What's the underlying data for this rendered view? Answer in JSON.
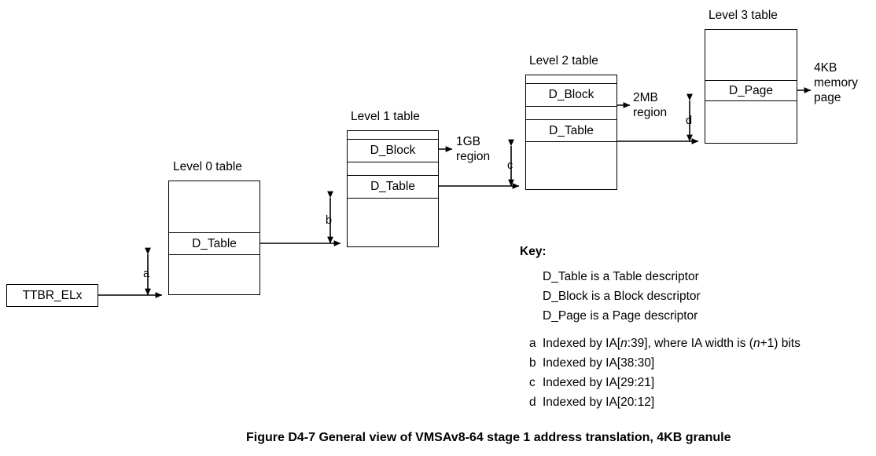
{
  "figure": {
    "caption": "Figure D4-7 General view of VMSAv8-64 stage 1 address translation, 4KB granule"
  },
  "register": {
    "label": "TTBR_ELx"
  },
  "tables": [
    {
      "title": "Level 0 table",
      "rows": [
        {
          "label": ""
        },
        {
          "label": "D_Table"
        },
        {
          "label": ""
        }
      ]
    },
    {
      "title": "Level 1 table",
      "rows": [
        {
          "label": ""
        },
        {
          "label": "D_Block"
        },
        {
          "label": ""
        },
        {
          "label": "D_Table"
        },
        {
          "label": ""
        }
      ]
    },
    {
      "title": "Level 2 table",
      "rows": [
        {
          "label": ""
        },
        {
          "label": "D_Block"
        },
        {
          "label": ""
        },
        {
          "label": "D_Table"
        },
        {
          "label": ""
        }
      ]
    },
    {
      "title": "Level 3 table",
      "rows": [
        {
          "label": ""
        },
        {
          "label": "D_Page"
        },
        {
          "label": ""
        }
      ]
    }
  ],
  "outputs": {
    "level1_block": "1GB\nregion",
    "level2_block": "2MB\nregion",
    "level3_page": "4KB\nmemory\npage"
  },
  "index_arrows": [
    {
      "letter": "a"
    },
    {
      "letter": "b"
    },
    {
      "letter": "c"
    },
    {
      "letter": "d"
    }
  ],
  "key": {
    "heading": "Key:",
    "descriptors": [
      "D_Table is a Table descriptor",
      "D_Block is a Block descriptor",
      "D_Page is a Page descriptor"
    ],
    "index_notes": [
      {
        "marker": "a",
        "text_before": "Indexed by IA[",
        "italic": "n",
        "text_after": ":39], where IA width is (",
        "italic2": "n",
        "text_end": "+1) bits"
      },
      {
        "marker": "b",
        "text_before": "Indexed by IA[38:30]",
        "italic": "",
        "text_after": "",
        "italic2": "",
        "text_end": ""
      },
      {
        "marker": "c",
        "text_before": "Indexed by IA[29:21]",
        "italic": "",
        "text_after": "",
        "italic2": "",
        "text_end": ""
      },
      {
        "marker": "d",
        "text_before": "Indexed by IA[20:12]",
        "italic": "",
        "text_after": "",
        "italic2": "",
        "text_end": ""
      }
    ]
  },
  "colors": {
    "stroke": "#000000",
    "background": "#ffffff"
  }
}
